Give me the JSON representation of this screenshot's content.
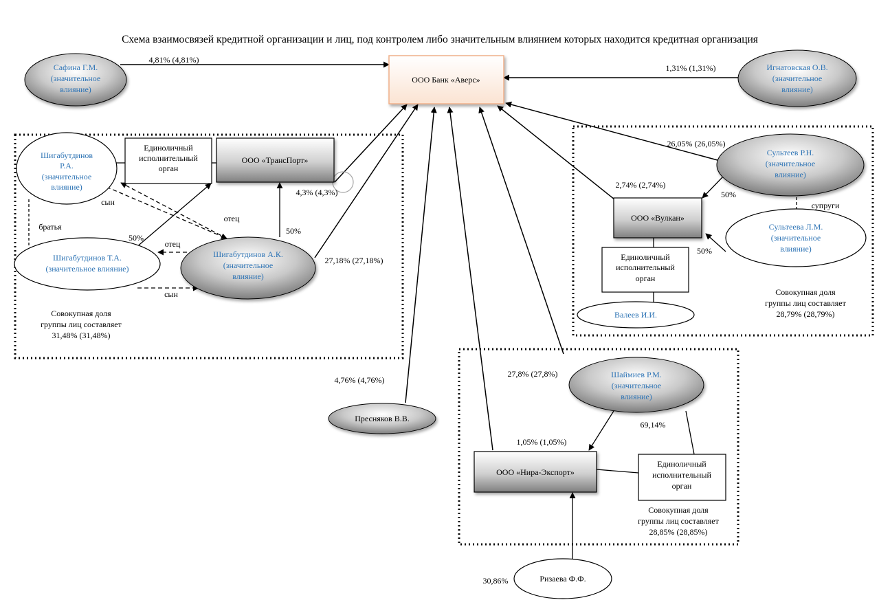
{
  "title": "Схема взаимосвязей кредитной организации и лиц, под контролем либо значительным влиянием которых находится кредитная организация",
  "bank": "ООО Банк «Аверс»",
  "persons": {
    "safina": {
      "name": "Сафина Г.М.",
      "note1": "(значительное",
      "note2": "влияние)",
      "share": "4,81% (4,81%)"
    },
    "ignatovskaya": {
      "name": "Игнатовская О.В.",
      "note1": "(значительное",
      "note2": "влияние)",
      "share": "1,31% (1,31%)"
    },
    "shigabutdinov_ra": {
      "name1": "Шигабутдинов",
      "name2": "Р.А.",
      "note1": "(значительное",
      "note2": "влияние)"
    },
    "shigabutdinov_ta": {
      "name": "Шигабутдинов Т.А.",
      "note": "(значительное влияние)"
    },
    "shigabutdinov_ak": {
      "name": "Шигабутдинов А.К.",
      "note1": "(значительное",
      "note2": "влияние)",
      "share": "27,18% (27,18%)"
    },
    "presnyakov": {
      "name": "Пресняков В.В.",
      "share": "4,76% (4,76%)"
    },
    "sultteev": {
      "name": "Сультеев Р.Н.",
      "note1": "(значительное",
      "note2": "влияние)",
      "share": "26,05% (26,05%)"
    },
    "sultteeva": {
      "name": "Сультеева Л.М.",
      "note1": "(значительное",
      "note2": "влияние)"
    },
    "valeev": {
      "name": "Валеев И.И."
    },
    "shaimiev": {
      "name": "Шаймиев Р.М.",
      "note1": "(значительное",
      "note2": "влияние)",
      "share": "27,8% (27,8%)"
    },
    "rizaeva": {
      "name": "Ризаева Ф.Ф.",
      "share": "30,86%"
    }
  },
  "companies": {
    "transport": {
      "name": "ООО «ТрансПорт»",
      "share": "4,3% (4,3%)"
    },
    "vulkan": {
      "name": "ООО «Вулкан»",
      "share": "2,74% (2,74%)"
    },
    "nira": {
      "name": "ООО «Нира-Экспорт»",
      "share": "1,05% (1,05%)"
    }
  },
  "exec_body": {
    "line1": "Единоличный",
    "line2": "исполнительный",
    "line3": "орган"
  },
  "relations": {
    "son": "сын",
    "father": "отец",
    "brothers": "братья",
    "spouses": "супруги",
    "ak_transport": "50%",
    "ta_transport": "50%",
    "sultteev_vulkan": "50%",
    "sultteeva_vulkan": "50%",
    "shaimiev_nira": "69,14%"
  },
  "groups": {
    "left": {
      "line1": "Совокупная доля",
      "line2": "группы лиц составляет",
      "line3": "31,48% (31,48%)"
    },
    "right": {
      "line1": "Совокупная доля",
      "line2": "группы лиц составляет",
      "line3": "28,79% (28,79%)"
    },
    "bottom": {
      "line1": "Совокупная доля",
      "line2": "группы лиц составляет",
      "line3": "28,85% (28,85%)"
    }
  }
}
